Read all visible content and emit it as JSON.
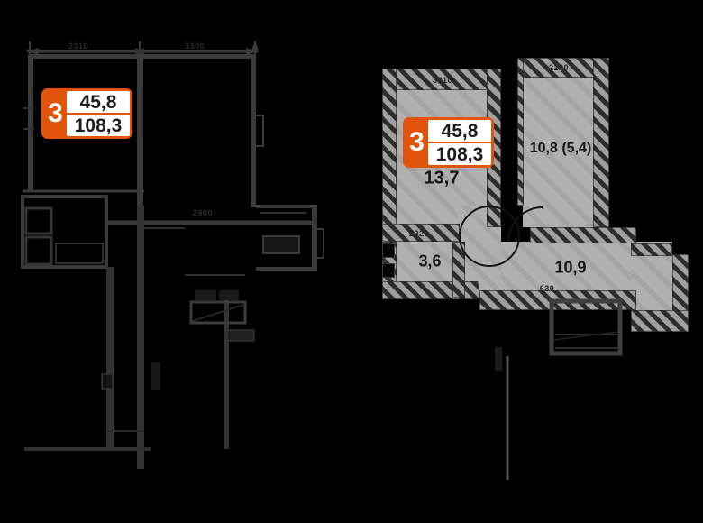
{
  "colors": {
    "background": "#000000",
    "accent_orange": "#e2540a",
    "badge_number_text": "#1c1c1c",
    "badge_rooms_text": "#ffffff",
    "plan_dark_stroke": "#3a3a3a",
    "room_fill": "#adadad",
    "hatch_dark": "#2d2d2d",
    "hatch_light": "#a0a0a0"
  },
  "badge": {
    "rooms_count": "3",
    "value_top": "45,8",
    "value_bottom": "108,3"
  },
  "left_plan": {
    "dim_labels": [
      {
        "text": "2310"
      },
      {
        "text": "3300"
      },
      {
        "text": "2400"
      }
    ]
  },
  "right_plan": {
    "room_labels": [
      {
        "label": "13,7"
      },
      {
        "label": "10,8 (5,4)"
      },
      {
        "label": "3,6"
      },
      {
        "label": "10,9"
      }
    ],
    "dim_labels": [
      {
        "text": "3310"
      },
      {
        "text": "2120"
      },
      {
        "text": "2220"
      },
      {
        "text": "630"
      }
    ]
  }
}
